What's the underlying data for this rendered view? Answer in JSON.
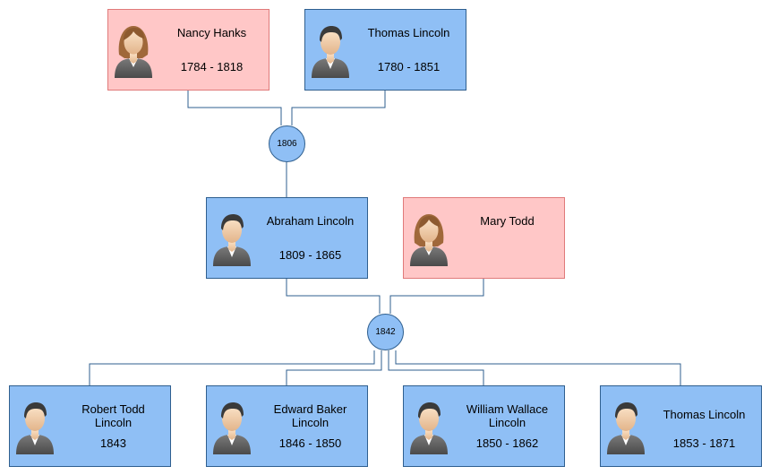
{
  "people": {
    "nancy": {
      "name": "Nancy Hanks",
      "years": "1784 - 1818"
    },
    "thomas_sr": {
      "name": "Thomas Lincoln",
      "years": "1780 - 1851"
    },
    "abraham": {
      "name": "Abraham Lincoln",
      "years": "1809 - 1865"
    },
    "mary": {
      "name": "Mary Todd",
      "years": ""
    },
    "robert": {
      "name_line1": "Robert Todd",
      "name_line2": "Lincoln",
      "years": "1843"
    },
    "edward": {
      "name_line1": "Edward Baker",
      "name_line2": "Lincoln",
      "years": "1846 - 1850"
    },
    "william": {
      "name_line1": "William Wallace",
      "name_line2": "Lincoln",
      "years": "1850 - 1862"
    },
    "thomas_jr": {
      "name": "Thomas Lincoln",
      "years": "1853 - 1871"
    }
  },
  "unions": {
    "first": {
      "label": "1806"
    },
    "second": {
      "label": "1842"
    }
  },
  "colors": {
    "male_fill": "#8fbff5",
    "female_fill": "#ffc7c7",
    "connector": "#2f5f8f"
  },
  "icons": {
    "male": "male-avatar-icon",
    "female": "female-avatar-icon"
  }
}
